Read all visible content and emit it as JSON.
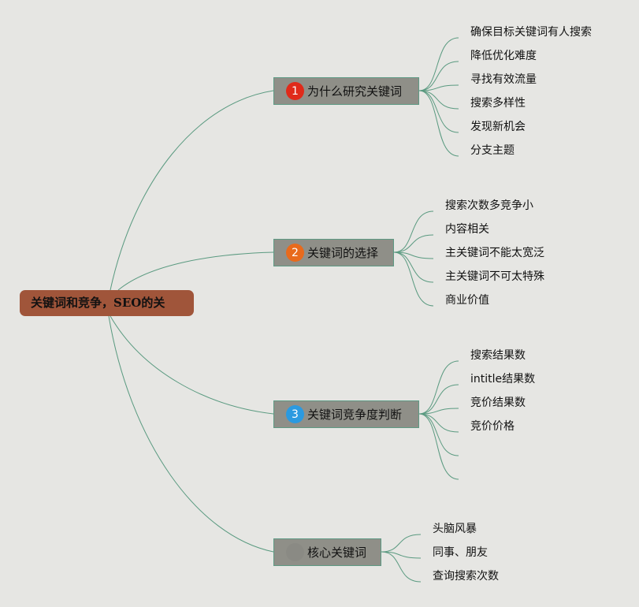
{
  "root": {
    "label": "关键词和竞争，SEO的关"
  },
  "branches": [
    {
      "label": "为什么研究关键词",
      "badge": "1",
      "badge_color": "#e02a1a",
      "children": [
        "确保目标关键词有人搜索",
        "降低优化难度",
        "寻找有效流量",
        "搜索多样性",
        "发现新机会",
        "分支主题"
      ]
    },
    {
      "label": "关键词的选择",
      "badge": "2",
      "badge_color": "#e86a1c",
      "children": [
        "搜索次数多竞争小",
        "内容相关",
        "主关键词不能太宽泛",
        "主关键词不可太特殊",
        "商业价值"
      ]
    },
    {
      "label": "关键词竞争度判断",
      "badge": "3",
      "badge_color": "#2b9ae0",
      "children": [
        "搜索结果数",
        "intitle结果数",
        "竞价结果数",
        "竞价价格",
        "",
        ""
      ]
    },
    {
      "label": "核心关键词",
      "badge": "",
      "badge_color": "#8a8a84",
      "children": [
        "头脑风暴",
        "同事、朋友",
        "查询搜索次数"
      ]
    }
  ]
}
